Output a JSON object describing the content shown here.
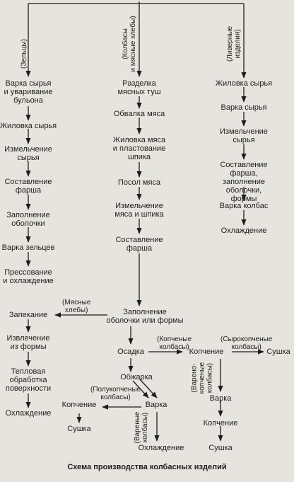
{
  "branches": {
    "aspic": "(Зельцы)",
    "sausage": "(Колбасы\nи мясные хлебы)",
    "liver": "(Ливерные\nизделия)"
  },
  "aspic_steps": [
    "Варка сырья\nи уваривание\nбульона",
    "Жиловка сырья",
    "Измельчение\nсырья",
    "Составление\nфарша",
    "Заполнение\nоболочки",
    "Варка зельцев",
    "Прессование\nи охлаждение"
  ],
  "sausage_steps": [
    "Разделка\nмясных туш",
    "Обвалка мяса",
    "Жиловка мяса\nи пластование\nшпика",
    "Посол мяса",
    "Измельчение\nмяса и шпика",
    "Составление\nфарша",
    "Заполнение\nоболочки или формы"
  ],
  "liver_steps": [
    "Жиловка сырья",
    "Варка сырья",
    "Измельчение\nсырья",
    "Составление\nфарша, заполнение\nоболочки, формы",
    "Варка колбас",
    "Охлаждение"
  ],
  "meat_loaf_label": "(Мясные\nхлебы)",
  "meat_loaf_steps": [
    "Запекание",
    "Извлечение\nиз формы",
    "Тепловая\nобработка\nповерхности",
    "Охлаждение"
  ],
  "settling": "Осадка",
  "smoked_label": "(Копченые\nколбасы)",
  "raw_smoked_label": "(Сырокопченые\nколбасы)",
  "semi_smoked_label": "(Полукопченые\nколбасы)",
  "boiled_smoked_label": "(Варено-\nкопченые\nколбасы)",
  "boiled_label": "(Вареные\nколбасы)",
  "frying": "Обжарка",
  "cooking": "Варка",
  "chilling": "Охлаждение",
  "semi_smoking": "Копчение",
  "semi_drying": "Сушка",
  "smoking": "Копчение",
  "raw_drying": "Сушка",
  "bs_cooking": "Варка",
  "bs_smoking": "Копчение",
  "bs_drying": "Сушка",
  "caption": "Схема производства колбасных изделий"
}
